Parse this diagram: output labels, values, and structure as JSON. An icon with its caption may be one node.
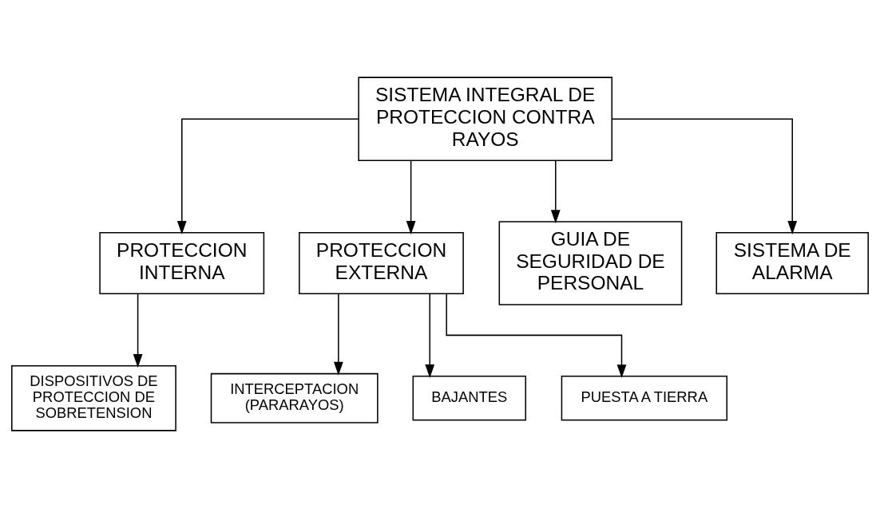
{
  "diagram": {
    "nodes": [
      {
        "text": [
          "SISTEMA INTEGRAL DE PROTECCION CONTRA RAYOS"
        ]
      },
      {
        "text": [
          "PROTECCION INTERNA"
        ]
      },
      {
        "text": [
          "PROTECCION EXTERNA"
        ]
      },
      {
        "text": [
          "GUIA DE SEGURIDAD DE PERSONAL"
        ]
      },
      {
        "text": [
          "SISTEMA DE ALARMA"
        ]
      },
      {
        "text": [
          "DISPOSITIVOS DE PROTECCION DE SOBRETENSION"
        ]
      },
      {
        "text": [
          "INTERCEPTACION (PARARAYOS)"
        ]
      },
      {
        "text": [
          "BAJANTES"
        ]
      },
      {
        "text": [
          "PUESTA A TIERRA"
        ]
      }
    ],
    "edges": [
      {
        "from": 0,
        "to": 1,
        "arrow": "to"
      },
      {
        "from": 0,
        "to": 2,
        "arrow": "to"
      },
      {
        "from": 0,
        "to": 3,
        "arrow": "to"
      },
      {
        "from": 0,
        "to": 4,
        "arrow": "to"
      },
      {
        "from": 1,
        "to": 5,
        "arrow": "to"
      },
      {
        "from": 2,
        "to": 6,
        "arrow": "to"
      },
      {
        "from": 2,
        "to": 7,
        "arrow": "to"
      },
      {
        "from": 2,
        "to": 8,
        "arrow": "to"
      }
    ]
  }
}
